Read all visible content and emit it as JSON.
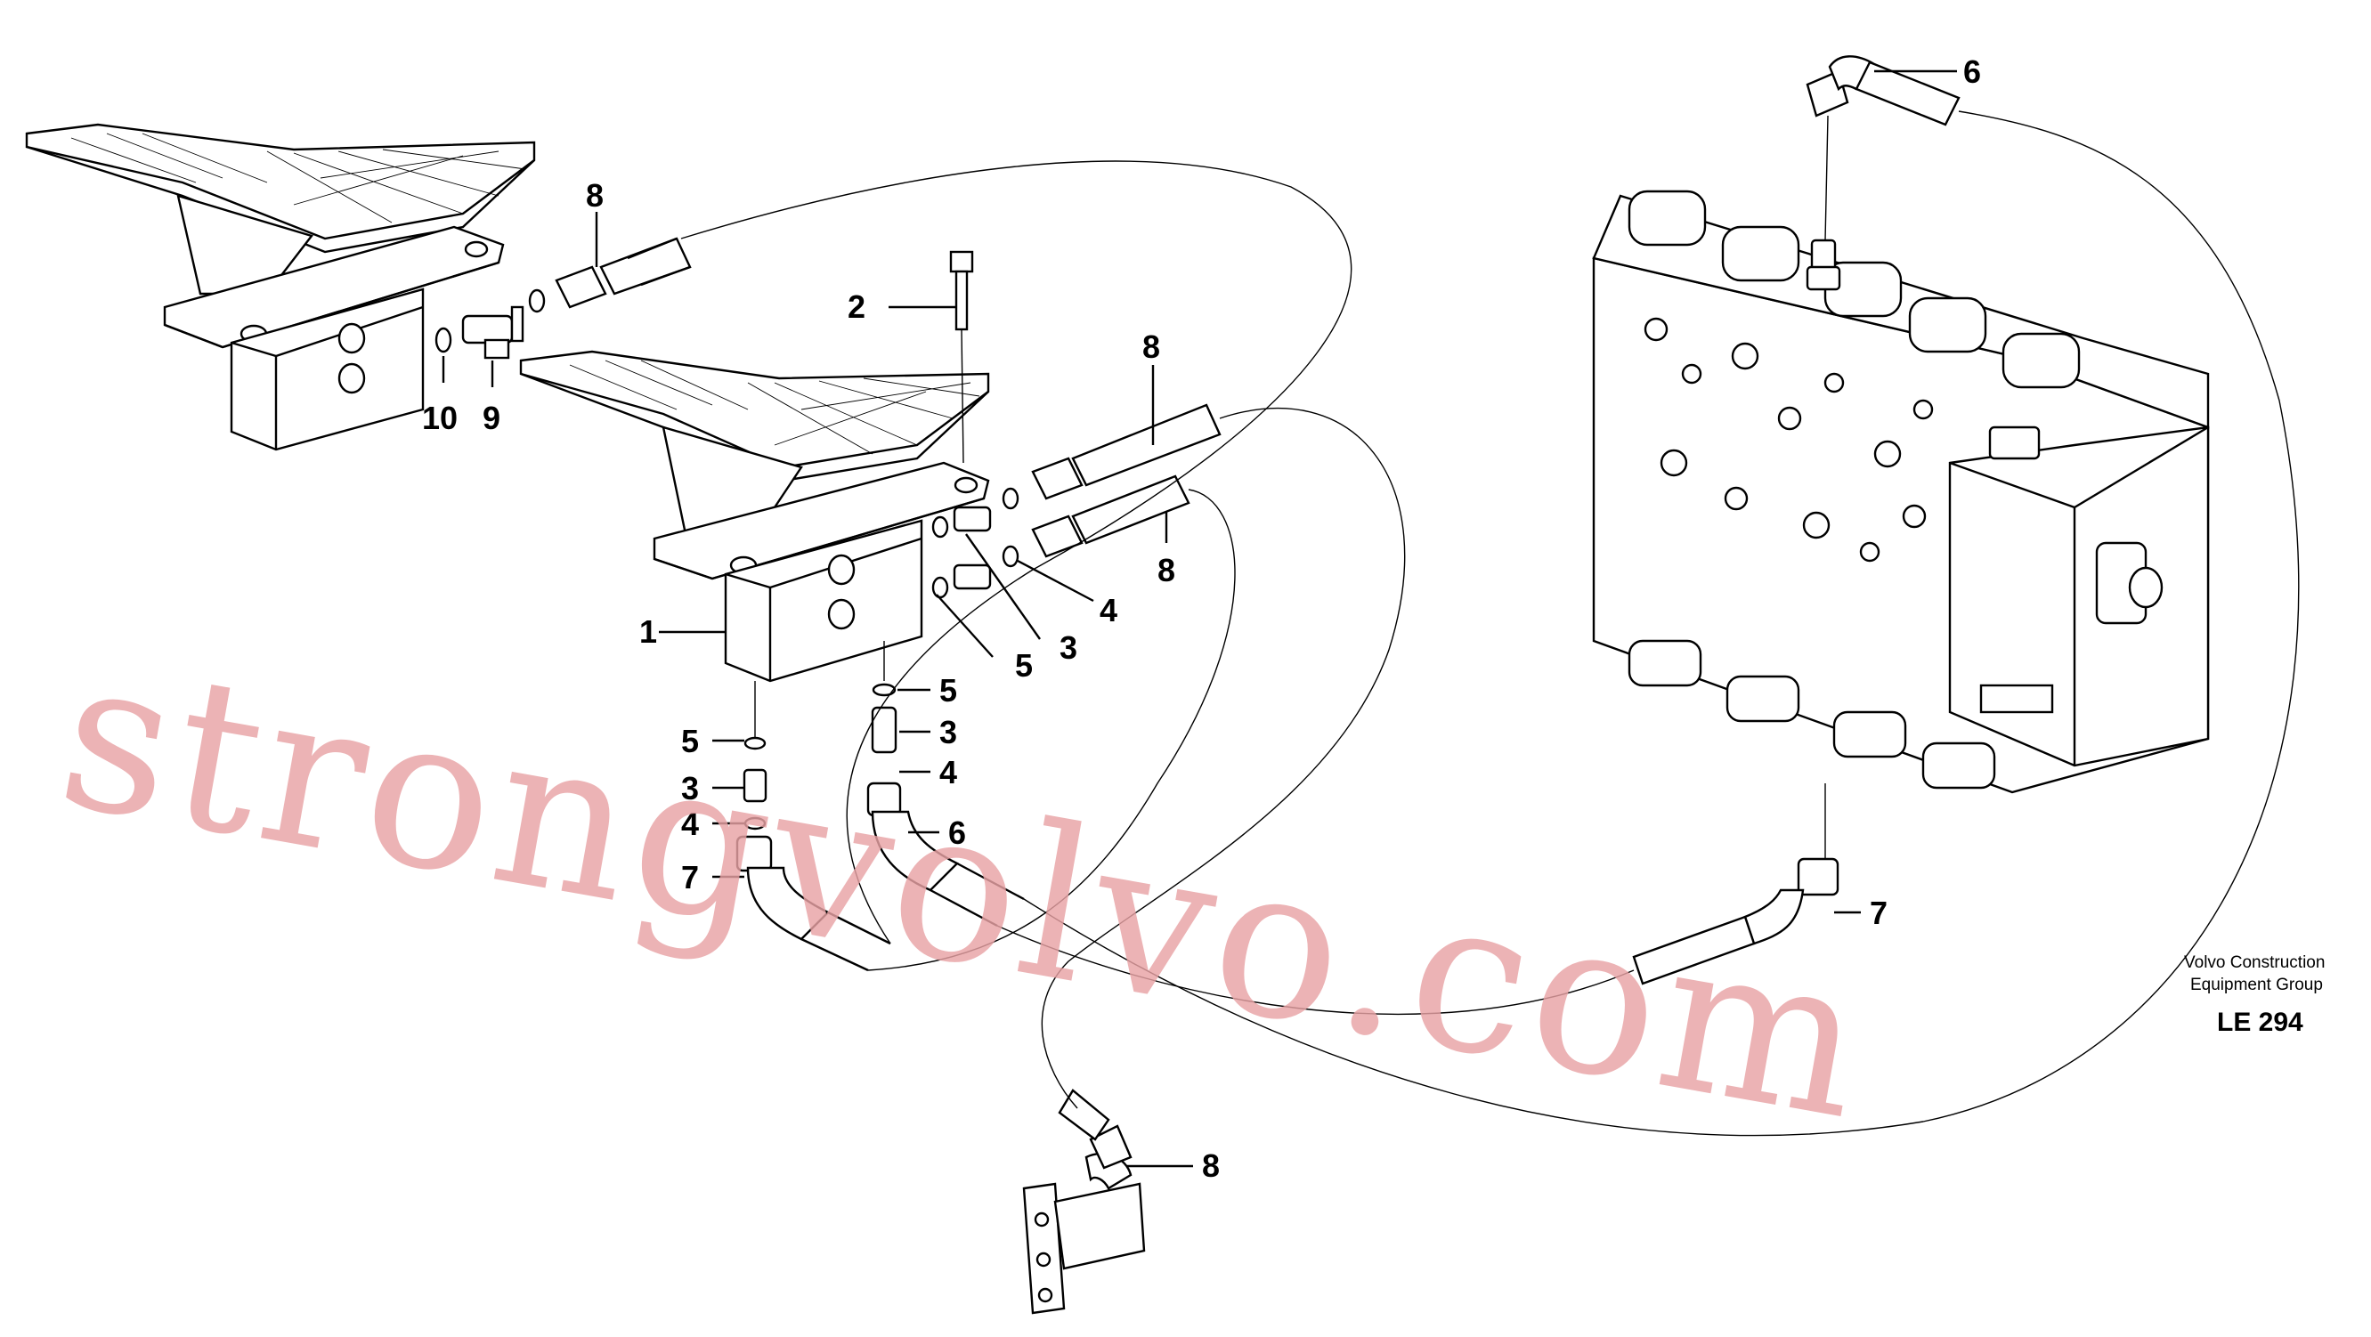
{
  "callouts": [
    {
      "id": "c6-top",
      "text": "6"
    },
    {
      "id": "c8-left",
      "text": "8"
    },
    {
      "id": "c2",
      "text": "2"
    },
    {
      "id": "c8-mid",
      "text": "8"
    },
    {
      "id": "c10",
      "text": "10"
    },
    {
      "id": "c9",
      "text": "9"
    },
    {
      "id": "c8-right",
      "text": "8"
    },
    {
      "id": "c4-a",
      "text": "4"
    },
    {
      "id": "c1",
      "text": "1"
    },
    {
      "id": "c3-a",
      "text": "3"
    },
    {
      "id": "c5-a",
      "text": "5"
    },
    {
      "id": "c5-b",
      "text": "5"
    },
    {
      "id": "c5-c",
      "text": "5"
    },
    {
      "id": "c3-b",
      "text": "3"
    },
    {
      "id": "c3-c",
      "text": "3"
    },
    {
      "id": "c4-b",
      "text": "4"
    },
    {
      "id": "c4-c",
      "text": "4"
    },
    {
      "id": "c6-mid",
      "text": "6"
    },
    {
      "id": "c7-left",
      "text": "7"
    },
    {
      "id": "c7-right",
      "text": "7"
    },
    {
      "id": "c8-bottom",
      "text": "8"
    }
  ],
  "caption": {
    "line1": "Volvo Construction",
    "line2": "Equipment Group",
    "code": "LE 294"
  },
  "watermark": {
    "text": "strongvolvo.com",
    "color": "#e9a3a5"
  },
  "colors": {
    "line": "#000000",
    "background": "#ffffff"
  }
}
